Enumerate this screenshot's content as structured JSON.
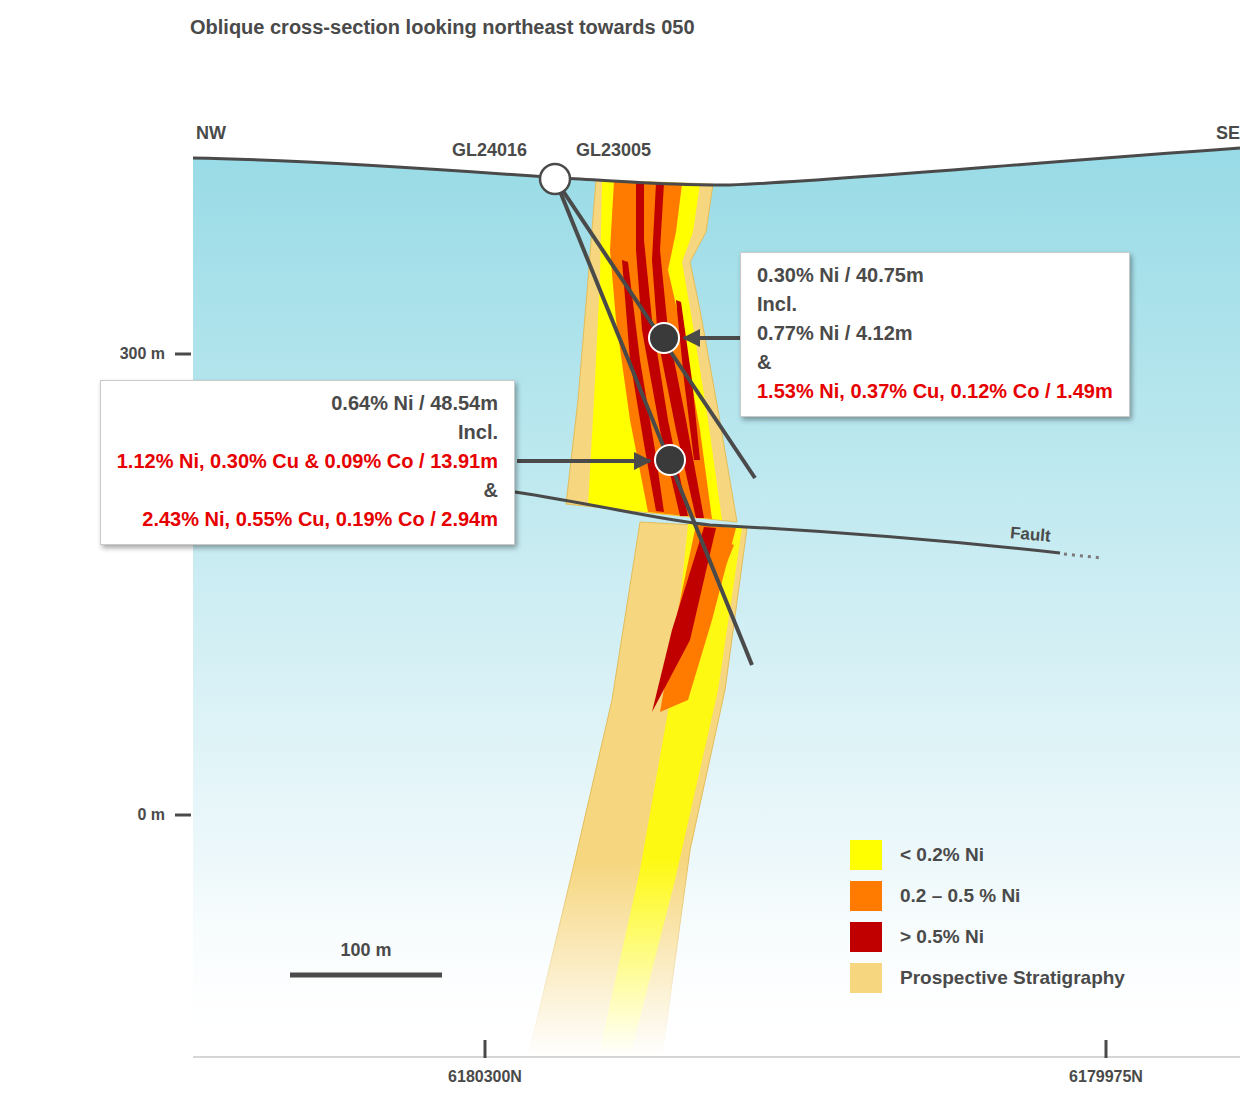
{
  "diagram": {
    "title": "Oblique cross-section looking northeast towards 050",
    "nodes": [
      {
        "text": [
          "0.30% Ni / 40.75m",
          "Incl.",
          "0.77% Ni / 4.12m",
          "&",
          "1.53% Ni, 0.37% Cu, 0.12% Co / 1.49m"
        ]
      },
      {
        "text": [
          "0.64% Ni / 48.54m",
          "Incl.",
          "1.12% Ni, 0.30% Cu & 0.09% Co / 13.91m",
          "&",
          "2.43% Ni, 0.55% Cu, 0.19% Co / 2.94m"
        ]
      }
    ],
    "labels": [
      "NW",
      "GL24016",
      "GL23005",
      "SE",
      "300 m",
      "0 m",
      "Fault",
      "100 m",
      "6180300N",
      "6179975N"
    ],
    "legend": [
      {
        "text": "< 0.2% Ni",
        "color": "#ffff00"
      },
      {
        "text": "0.2 – 0.5 % Ni",
        "color": "#ff7b00"
      },
      {
        "text": "> 0.5% Ni",
        "color": "#c00000"
      },
      {
        "text": "Prospective Stratigraphy",
        "color": "#f6d67e"
      }
    ]
  }
}
